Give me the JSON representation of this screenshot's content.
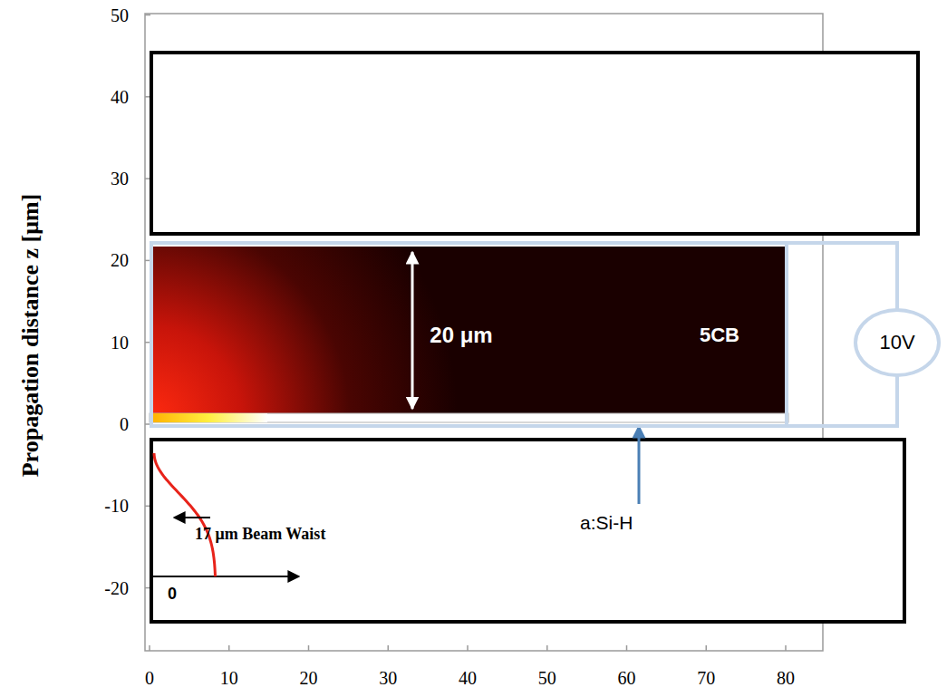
{
  "diagram": {
    "nodes": [
      {
        "text": [
          "20 μm",
          "5CB"
        ]
      },
      {
        "text": [
          "10V"
        ]
      },
      {
        "text": [
          "17 μm Beam Waist",
          "0"
        ]
      }
    ],
    "edges": [
      {
        "from": 0,
        "to": 1,
        "arrow": "none"
      },
      {
        "from": 0,
        "to": 1,
        "arrow": "none"
      }
    ],
    "labels": [
      "Propagation distance z [μm]",
      "50",
      "40",
      "30",
      "20",
      "10",
      "0",
      "-10",
      "-20",
      "0",
      "10",
      "20",
      "30",
      "40",
      "50",
      "60",
      "70",
      "80",
      "a:Si-H"
    ]
  }
}
